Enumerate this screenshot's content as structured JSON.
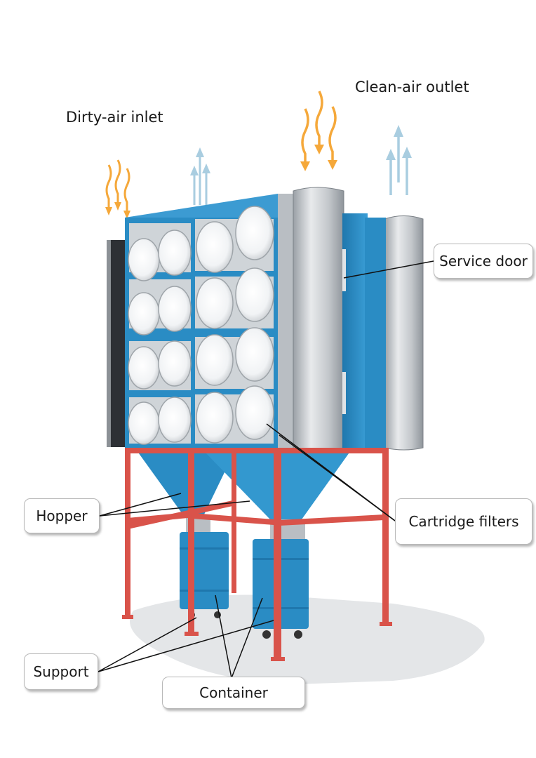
{
  "headings": {
    "inlet": "Dirty-air inlet",
    "outlet": "Clean-air outlet"
  },
  "callouts": {
    "service_door": "Service door",
    "hopper": "Hopper",
    "cartridge_filters": "Cartridge filters",
    "support": "Support",
    "container": "Container"
  },
  "colors": {
    "frame_blue": "#2a8cc4",
    "support_red": "#d9534a",
    "dirty_air_arrow": "#f5a83a",
    "clean_air_arrow": "#a9cde0",
    "housing_gray": "#c9cdd1"
  }
}
